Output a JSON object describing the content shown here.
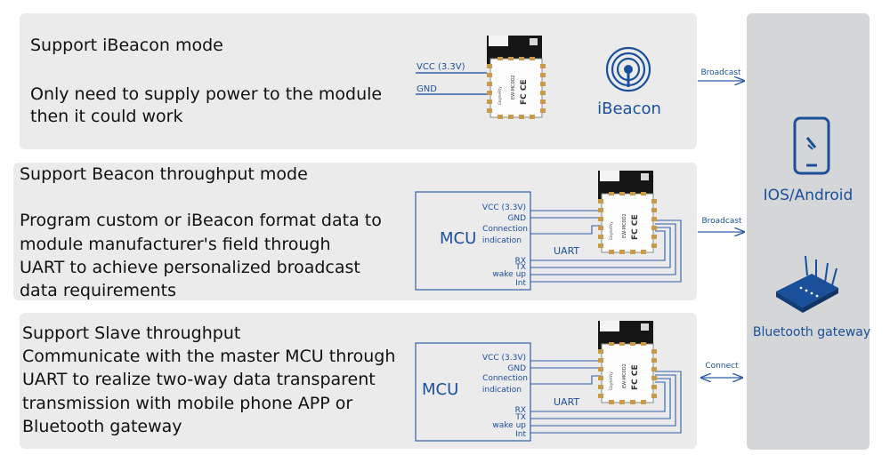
{
  "sections": [
    {
      "title": "Support iBeacon mode",
      "desc": [
        "Only need to supply power to the module",
        "then it could work"
      ],
      "pins": [
        "VCC (3.3V)",
        "GND"
      ],
      "badge": "iBeacon",
      "link_label": "Broadcast"
    },
    {
      "title": "Support Beacon throughput mode",
      "desc": [
        "Program custom or iBeacon format data to",
        " module manufacturer's field through",
        "UART to achieve personalized broadcast",
        "data requirements"
      ],
      "mcu": "MCU",
      "pins": [
        "VCC (3.3V)",
        "GND",
        "Connection",
        "indication",
        "RX",
        "TX",
        "wake up",
        "Int"
      ],
      "uart": "UART",
      "link_label": "Broadcast"
    },
    {
      "title": "Support Slave throughput",
      "desc": [
        "Communicate with the master MCU through",
        "UART to realize two-way data transparent",
        "transmission with mobile phone APP or",
        " Bluetooth gateway"
      ],
      "mcu": "MCU",
      "pins": [
        "VCC (3.3V)",
        "GND",
        "Connection",
        "indication",
        "RX",
        "TX",
        "wake up",
        "Int"
      ],
      "uart": "UART",
      "link_label": "Connect"
    }
  ],
  "module_text": {
    "brand": "EbyteFity",
    "model": "EW-MC0D2",
    "marks": "FC CE"
  },
  "side": {
    "phone_label": "IOS/Android",
    "gateway_label": "Bluetooth gateway"
  },
  "colors": {
    "panel": "#ebebec",
    "side": "#d5d6d8",
    "accent": "#1a4f9a",
    "line": "#2f5fa8"
  }
}
